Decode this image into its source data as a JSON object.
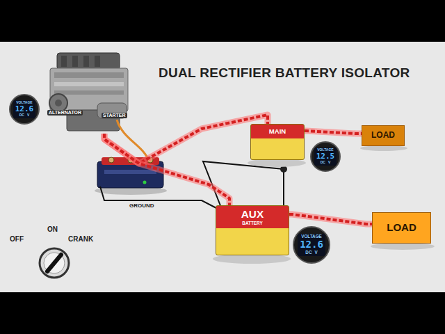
{
  "diagram": {
    "title": "DUAL RECTIFIER BATTERY ISOLATOR",
    "nodes": [
      {
        "text": [
          "VOLTAGE",
          "12.6",
          "DC",
          "V"
        ]
      },
      {
        "text": [
          "ALTERNATOR",
          "STARTER"
        ]
      },
      {
        "text": [
          "MAIN"
        ]
      },
      {
        "text": [
          "VOLTAGE",
          "12.5",
          "DC",
          "V"
        ]
      },
      {
        "text": [
          "LOAD"
        ]
      },
      {
        "text": [
          "AUX",
          "BATTERY"
        ]
      },
      {
        "text": [
          "VOLTAGE",
          "12.6",
          "DC",
          "V"
        ]
      },
      {
        "text": [
          "LOAD"
        ]
      }
    ],
    "edges": [
      {
        "from": 1,
        "to": 2,
        "arrow": "none"
      },
      {
        "from": 1,
        "to": 5,
        "arrow": "none"
      },
      {
        "from": 2,
        "to": 4,
        "arrow": "none"
      },
      {
        "from": 5,
        "to": 7,
        "arrow": "none"
      }
    ],
    "labels": [
      "GROUND",
      "OFF",
      "ON",
      "CRANK"
    ]
  }
}
